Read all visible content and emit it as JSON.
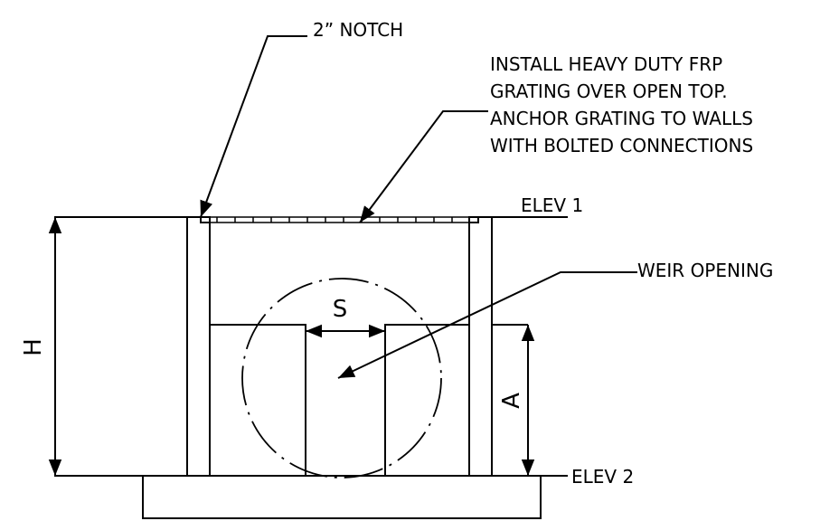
{
  "labels": {
    "notch": "2” NOTCH",
    "grating_note": [
      "INSTALL HEAVY DUTY FRP",
      "GRATING OVER OPEN TOP.",
      "ANCHOR GRATING TO WALLS",
      "WITH BOLTED CONNECTIONS"
    ],
    "elev1": "ELEV 1",
    "elev2": "ELEV 2",
    "weir_opening": "WEIR OPENING",
    "dim_h": "H",
    "dim_a": "A",
    "dim_s": "S"
  },
  "colors": {
    "line": "#000000",
    "background": "#ffffff"
  }
}
